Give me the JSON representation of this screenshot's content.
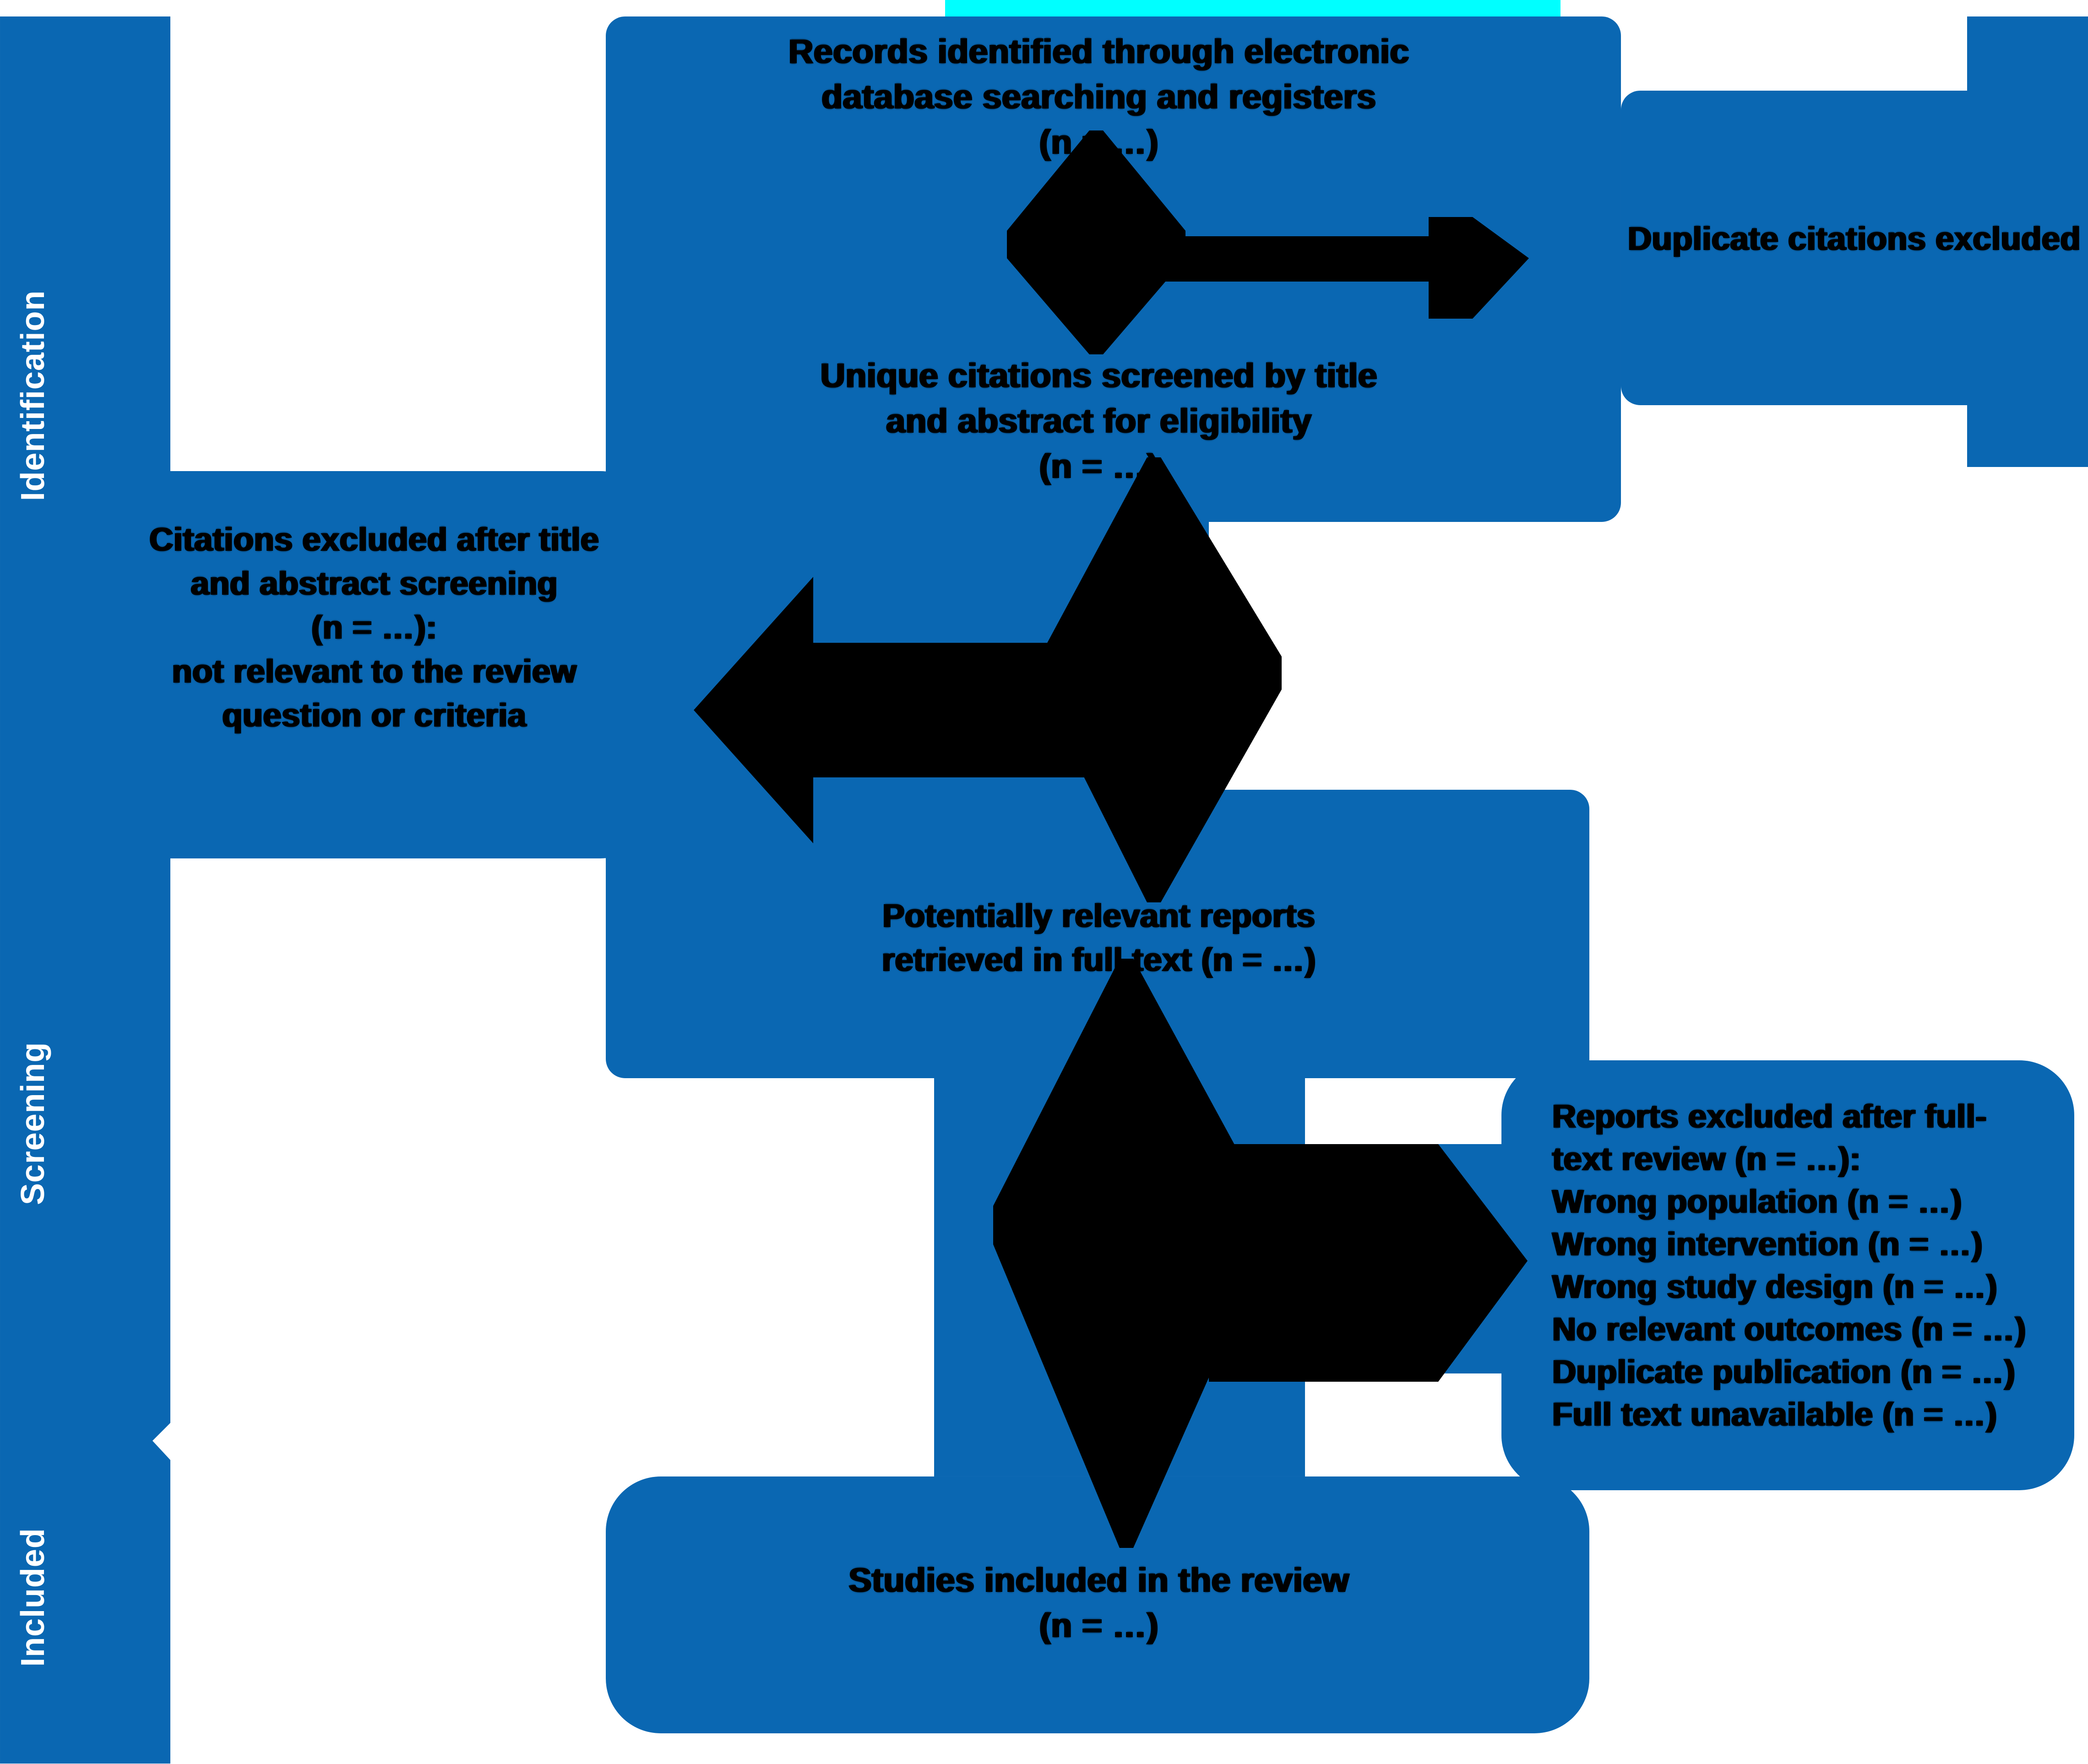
{
  "diagram": {
    "type": "prisma-flow-diagram",
    "colors": {
      "band_blue": "#0a67b2",
      "highlight_cyan": "#00ffff",
      "arrow_black": "#000000",
      "text_black": "#000000",
      "phase_label_white": "#ffffff"
    },
    "sidebar": {
      "labels": [
        {
          "id": "identification",
          "text": "Identification"
        },
        {
          "id": "screening",
          "text": "Screening"
        },
        {
          "id": "included",
          "text": "Included"
        }
      ]
    },
    "boxes": {
      "box1": {
        "lines": [
          "Records identified through electronic",
          "database searching and registers",
          "(n = …)"
        ]
      },
      "box2": {
        "lines": [
          "Duplicate citations excluded (n = …)"
        ]
      },
      "box3": {
        "lines": [
          "Unique citations screened by title",
          "and abstract for eligibility",
          "(n = …)"
        ]
      },
      "box4": {
        "lines": [
          "Citations excluded after title",
          "and abstract screening",
          "(n = …):",
          "not relevant to the review",
          "question or criteria"
        ]
      },
      "box5": {
        "lines": [
          "Potentially relevant reports",
          "retrieved in full text (n = …)"
        ]
      },
      "box6": {
        "lines": [
          "Reports excluded after full-",
          "text review (n = …):",
          "Wrong population (n = …)",
          "Wrong intervention (n = …)",
          "Wrong study design (n = …)",
          "No relevant outcomes (n = …)",
          "Duplicate publication (n = …)",
          "Full text unavailable (n = …)"
        ]
      },
      "box7": {
        "lines": [
          "Studies included in the review",
          "(n = …)"
        ]
      }
    }
  }
}
